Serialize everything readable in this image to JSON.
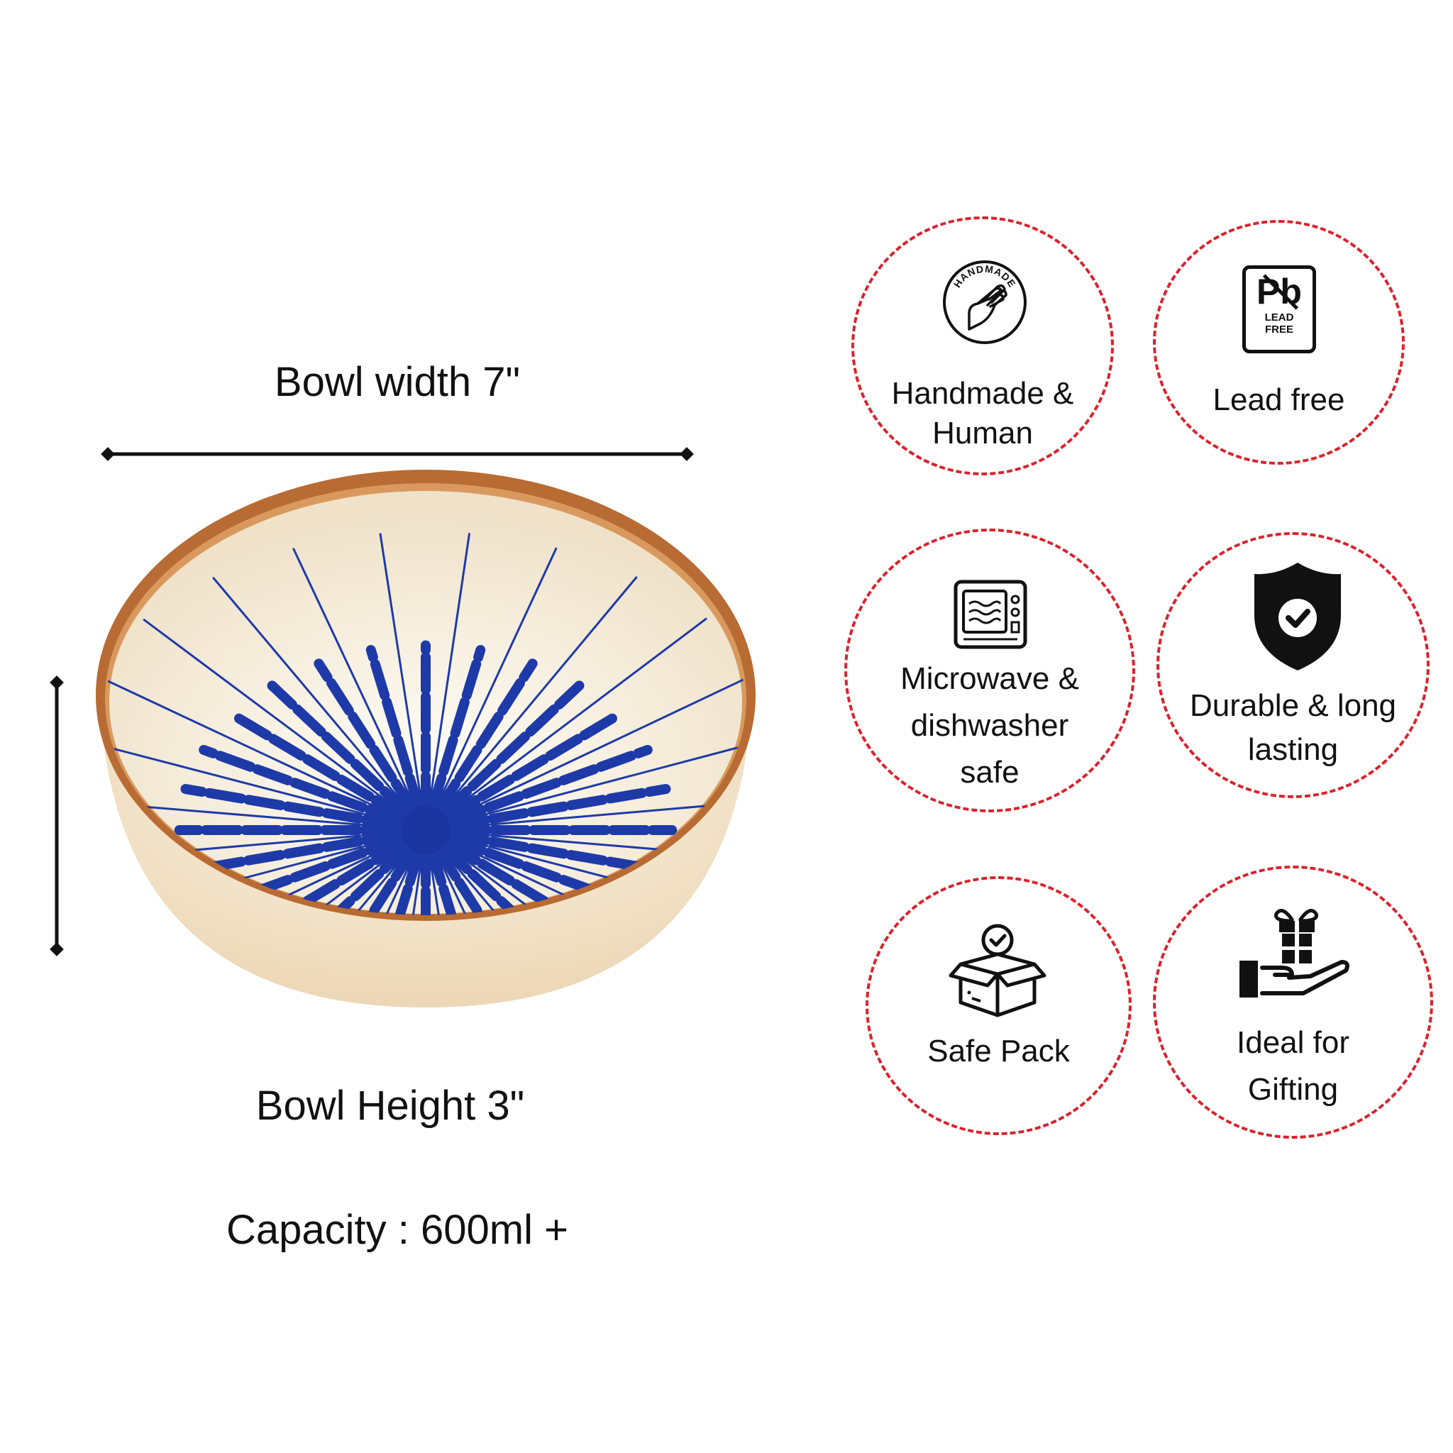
{
  "dimensions": {
    "width_label": "Bowl width 7\"",
    "height_label": "Bowl Height 3\"",
    "capacity_label": "Capacity : 600ml +"
  },
  "colors": {
    "badge_border": "#d9232d",
    "bowl_pattern": "#1e3aa8",
    "bowl_rim": "#b86b32",
    "bowl_body": "#f3e6cf"
  },
  "badges": [
    {
      "name": "handmade",
      "icon": "handmade-hand-icon",
      "icon_text": "HANDMADE",
      "line1": "Handmade &",
      "line2": "Human"
    },
    {
      "name": "lead-free",
      "icon": "lead-free-icon",
      "icon_text_top": "Pb",
      "icon_text_bottom1": "LEAD",
      "icon_text_bottom2": "FREE",
      "line1": "Lead free"
    },
    {
      "name": "microwave",
      "icon": "microwave-icon",
      "line1": "Microwave &",
      "line2": "dishwasher",
      "line3": "safe"
    },
    {
      "name": "durable",
      "icon": "shield-check-icon",
      "line1": "Durable & long",
      "line2": "lasting"
    },
    {
      "name": "safe-pack",
      "icon": "box-check-icon",
      "line1": "Safe Pack"
    },
    {
      "name": "gifting",
      "icon": "gift-hand-icon",
      "line1": "Ideal for",
      "line2": "Gifting"
    }
  ]
}
